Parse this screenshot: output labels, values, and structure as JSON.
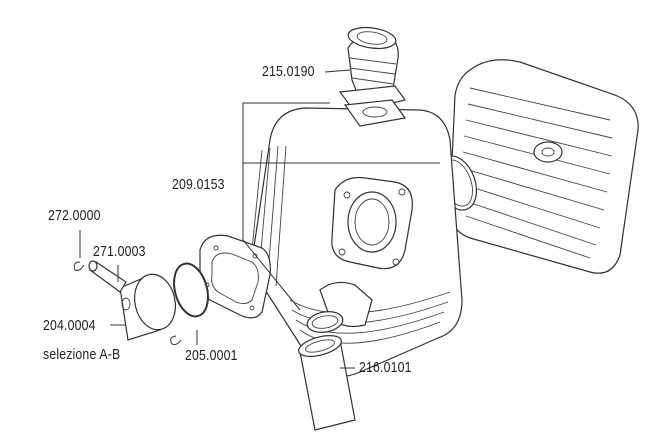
{
  "labels": {
    "intake_manifold": "215.0190",
    "cylinder_kit": "209.0153",
    "circlip": "272.0000",
    "piston_pin": "271.0003",
    "piston": "204.0004",
    "piston_selection": "selezione A-B",
    "piston_ring": "205.0001",
    "exhaust_flange": "216.0101"
  }
}
